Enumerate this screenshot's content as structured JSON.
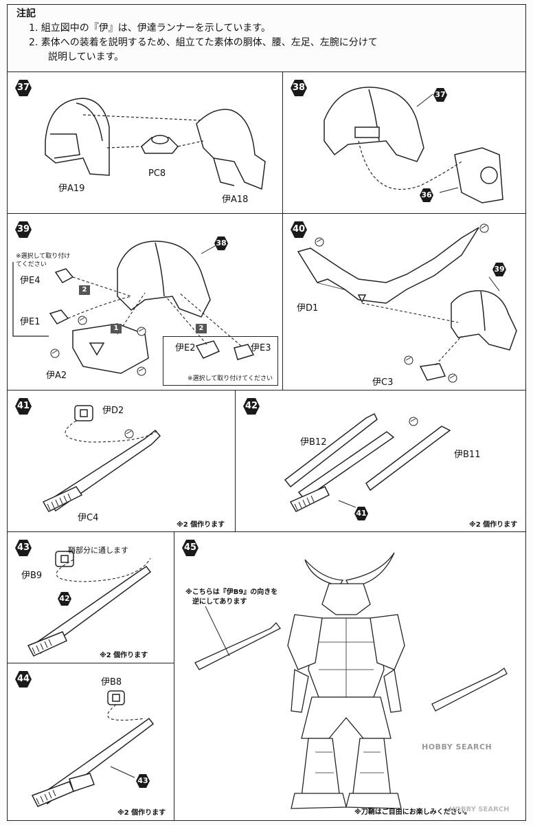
{
  "notes": {
    "title": "注記",
    "line1": "1. 組立図中の『伊』は、伊達ランナーを示しています。",
    "line2": "2. 素体への装着を説明するため、組立てた素体の胴体、腰、左足、左腕に分けて",
    "line3": "説明しています。"
  },
  "steps": {
    "s37": {
      "num": "37",
      "labels": {
        "a19": "伊A19",
        "pc8": "PC8",
        "a18": "伊A18"
      }
    },
    "s38": {
      "num": "38",
      "ref37": "37",
      "ref36": "36"
    },
    "s39": {
      "num": "39",
      "ref38": "38",
      "select_note": "※選択して取り付けてください",
      "e4": "伊E4",
      "e1": "伊E1",
      "a2": "伊A2",
      "e2": "伊E2",
      "e3": "伊E3",
      "select_note2": "※選択して取り付けてください",
      "sub1": "1",
      "sub2a": "2",
      "sub2b": "2"
    },
    "s40": {
      "num": "40",
      "ref39": "39",
      "d1": "伊D1",
      "c3": "伊C3"
    },
    "s41": {
      "num": "41",
      "d2": "伊D2",
      "c4": "伊C4",
      "make2": "※2 個作ります"
    },
    "s42": {
      "num": "42",
      "b12": "伊B12",
      "b11": "伊B11",
      "ref41": "41",
      "make2": "※2 個作ります"
    },
    "s43": {
      "num": "43",
      "sheath": "鞘部分に通します",
      "b9": "伊B9",
      "ref42": "42",
      "make2": "※2 個作ります"
    },
    "s44": {
      "num": "44",
      "b8": "伊B8",
      "ref43": "43",
      "make2": "※2 個作ります"
    },
    "s45": {
      "num": "45",
      "rev1": "※こちらは『伊B9』の向きを",
      "rev2": "逆にしてあります",
      "free": "※刀鞘はご自由にお楽しみください。"
    }
  },
  "watermark": {
    "brand": "HOBBY SEARCH",
    "mark": "HOBBY SEARCH"
  },
  "colors": {
    "badge": "#1a1a1a",
    "line": "#222222",
    "sub": "#555555"
  }
}
